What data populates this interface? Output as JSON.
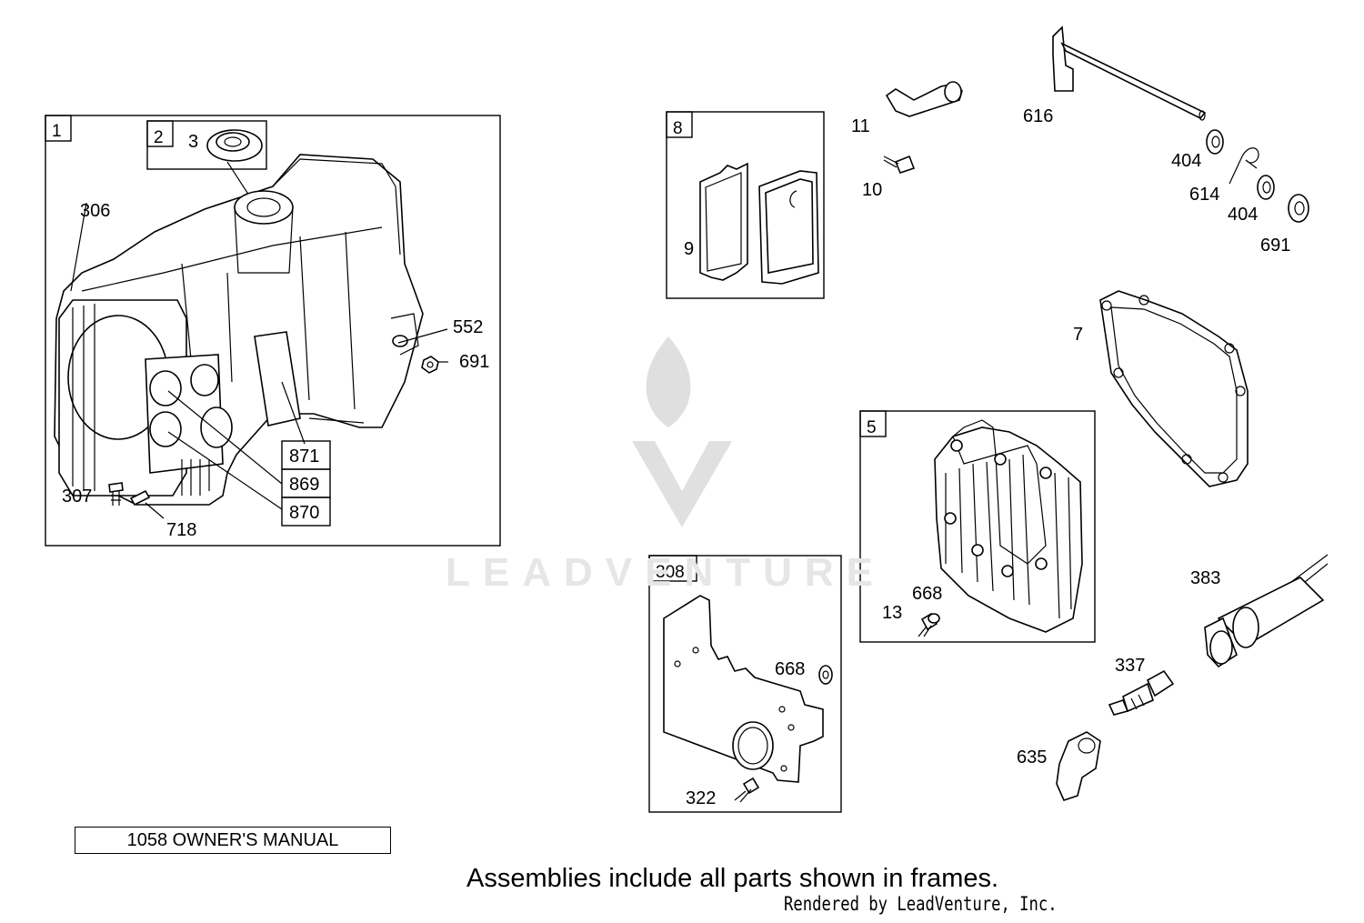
{
  "watermark": {
    "text": "LEADVENTURE",
    "icon": "flame-v-logo-icon"
  },
  "frames": [
    {
      "id": "1"
    },
    {
      "id": "2"
    },
    {
      "id": "8"
    },
    {
      "id": "5"
    },
    {
      "id": "308"
    }
  ],
  "labels": {
    "p306": "306",
    "p3": "3",
    "p552": "552",
    "p691a": "691",
    "p307": "307",
    "p718": "718",
    "p871": "871",
    "p869": "869",
    "p870": "870",
    "p9": "9",
    "p11": "11",
    "p10": "10",
    "p616": "616",
    "p404a": "404",
    "p614": "614",
    "p404b": "404",
    "p691b": "691",
    "p7": "7",
    "p13": "13",
    "p668a": "668",
    "p383": "383",
    "p337": "337",
    "p635": "635",
    "p668b": "668",
    "p322": "322"
  },
  "footer": {
    "manual": "1058 OWNER'S MANUAL",
    "note": "Assemblies include all parts shown in frames.",
    "rendered": "Rendered by LeadVenture, Inc."
  }
}
